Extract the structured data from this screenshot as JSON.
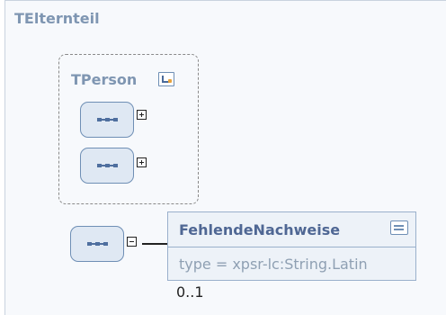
{
  "panel": {
    "title": "TElternteil"
  },
  "group": {
    "title": "TPerson",
    "type_icon": "complex-type-icon"
  },
  "sequences": [
    {
      "icon": "sequence-icon",
      "expander": "plus-icon"
    },
    {
      "icon": "sequence-icon",
      "expander": "plus-icon"
    },
    {
      "icon": "sequence-icon",
      "expander": "minus-icon"
    }
  ],
  "element": {
    "name": "FehlendeNachweise",
    "type": "type = xpsr-lc:String.Latin",
    "cardinality": "0..1",
    "doc_icon": "documentation-icon"
  },
  "colors": {
    "title": "#7f96b2",
    "border": "#6f8fb5",
    "seq_fill": "#dfe8f3",
    "element_name": "#4f6794"
  }
}
